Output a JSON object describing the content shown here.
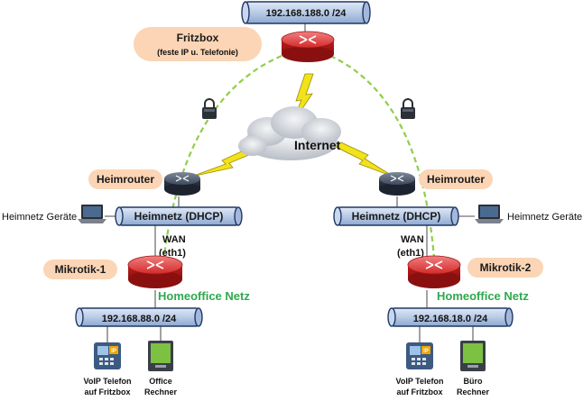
{
  "subnets": {
    "top": "192.168.188.0 /24",
    "left_homeoffice": "192.168.88.0 /24",
    "right_homeoffice": "192.168.18.0 /24"
  },
  "fritzbox": {
    "title": "Fritzbox",
    "subtitle": "(feste IP u. Telefonie)"
  },
  "internet_label": "Internet",
  "left": {
    "router_label": "Heimrouter",
    "bus_label": "Heimnetz (DHCP)",
    "devices_label": "Heimnetz Geräte",
    "wan_line1": "WAN",
    "wan_line2": "(eth1)",
    "mikrotik_label": "Mikrotik-1",
    "homeoffice_label": "Homeoffice Netz",
    "phone_line1": "VoIP Telefon",
    "phone_line2": "auf Fritzbox",
    "pc_line1": "Office",
    "pc_line2": "Rechner"
  },
  "right": {
    "router_label": "Heimrouter",
    "bus_label": "Heimnetz (DHCP)",
    "devices_label": "Heimnetz Geräte",
    "wan_line1": "WAN",
    "wan_line2": "(eth1)",
    "mikrotik_label": "Mikrotik-2",
    "homeoffice_label": "Homeoffice Netz",
    "phone_line1": "VoIP Telefon",
    "phone_line2": "auf Fritzbox",
    "pc_line1": "Büro",
    "pc_line2": "Rechner"
  },
  "phone_badge": "IP",
  "colors": {
    "bus_fill": "#b9cbe6",
    "bus_stroke": "#1f3864",
    "label_pill": "#fbd5b5",
    "router_red": "#d42a2a",
    "router_dark": "#3e4a5c",
    "vpn_dash": "#8fcf4a",
    "lightning": "#f2e21a",
    "homeoffice_green": "#2fa84f"
  }
}
